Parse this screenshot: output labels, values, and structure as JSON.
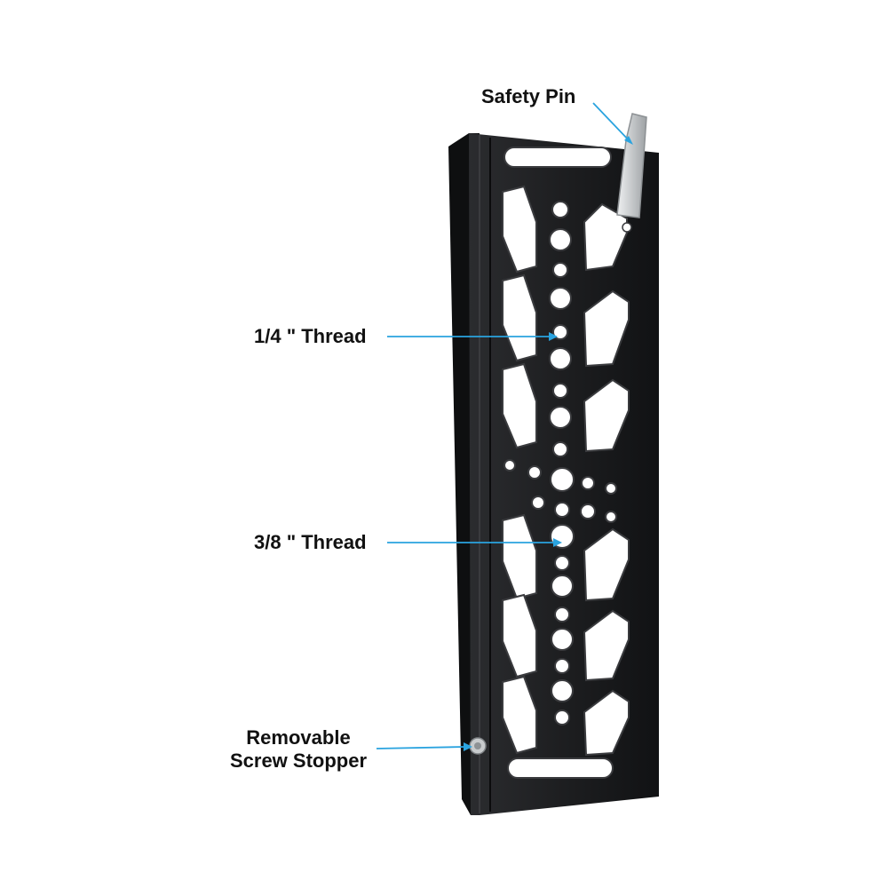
{
  "callouts": {
    "safety_pin": "Safety Pin",
    "quarter_thread": "1/4 \" Thread",
    "three_eighths_thread": "3/8 \" Thread",
    "screw_stopper_line1": "Removable",
    "screw_stopper_line2": "Screw Stopper"
  },
  "colors": {
    "plate": "#1e1f21",
    "plate_edge": "#3a3b3e",
    "callout_line": "#2aa3df",
    "pin": "#cfd2d4"
  },
  "icons": {
    "plate": "cheese-plate-photo",
    "pin": "safety-pin",
    "stopper": "screw-stopper"
  }
}
